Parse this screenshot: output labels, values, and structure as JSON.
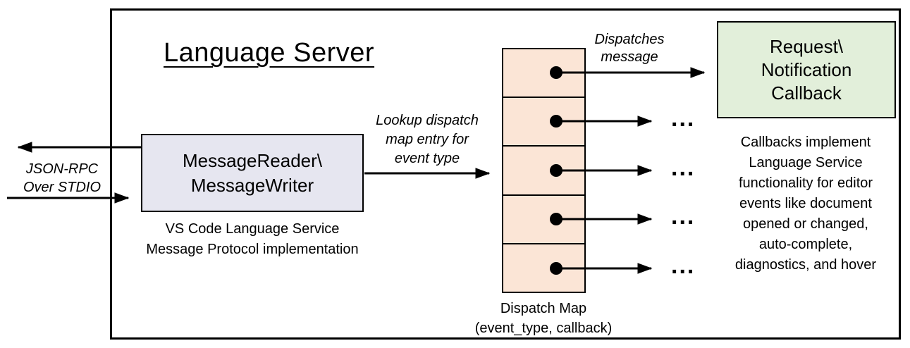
{
  "title": "Language Server",
  "io_label": {
    "lines": [
      "JSON-RPC",
      "Over STDIO"
    ]
  },
  "message_box": {
    "lines": [
      "MessageReader\\",
      "MessageWriter"
    ],
    "caption_lines": [
      "VS Code Language Service",
      "Message Protocol implementation"
    ]
  },
  "lookup_label": {
    "lines": [
      "Lookup dispatch",
      "map entry for",
      "event type"
    ]
  },
  "dispatch_label": {
    "lines": [
      "Dispatches",
      "message"
    ]
  },
  "callback_box": {
    "lines": [
      "Request\\",
      "Notification",
      "Callback"
    ]
  },
  "dispatch_map": {
    "caption_lines": [
      "Dispatch Map",
      "(event_type, callback)"
    ]
  },
  "callbacks_note": {
    "lines": [
      "Callbacks implement",
      "Language Service",
      "functionality for editor",
      "events like document",
      "opened or changed,",
      "auto-complete,",
      "diagnostics, and hover"
    ]
  },
  "ellipsis": "...",
  "colors": {
    "message_box_fill": "#e6e6f0",
    "dispatch_cell_fill": "#fbe5d6",
    "callback_box_fill": "#e2efda",
    "border": "#000000"
  }
}
